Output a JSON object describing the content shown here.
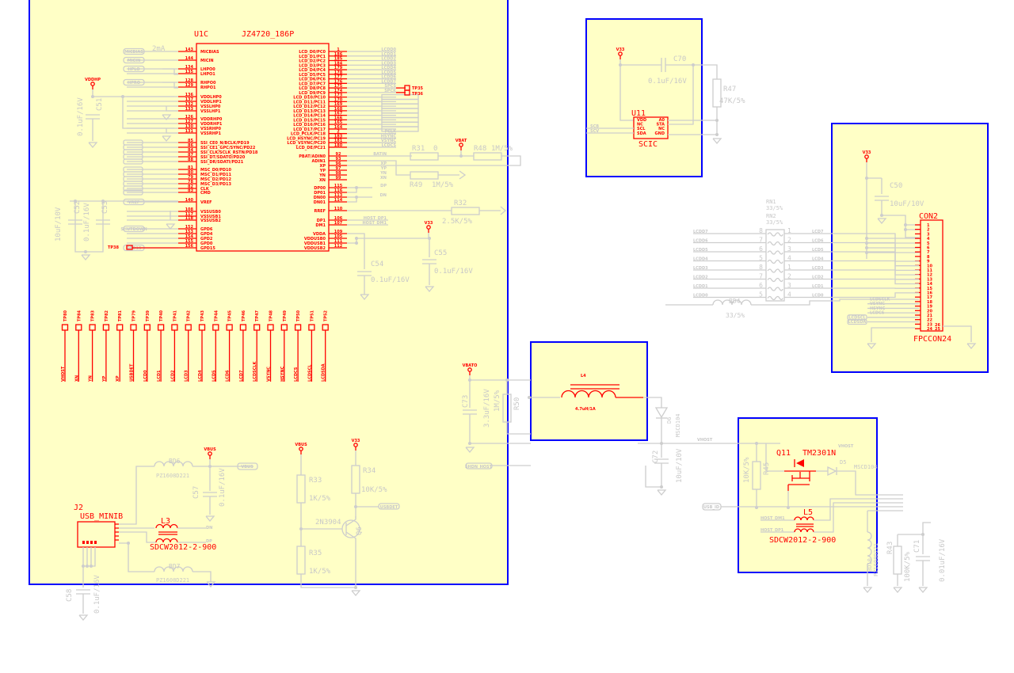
{
  "u1c": {
    "ref": "U1C",
    "value": "JZ4720_186P",
    "note": "2mA",
    "left_pins": [
      {
        "name": "MICBIAS",
        "num": "143",
        "net": "MICBIAS"
      },
      {
        "name": "MICIN",
        "num": "144",
        "net": "MICIN"
      },
      {
        "name": "LHPO0",
        "num": "134",
        "net": "HPLO"
      },
      {
        "name": "LHPO1",
        "num": "135",
        "net": ""
      },
      {
        "name": "RHPO0",
        "num": "128",
        "net": "HPRO"
      },
      {
        "name": "RHPO1",
        "num": "129",
        "net": ""
      },
      {
        "name": "VDDLHP0",
        "num": "136",
        "net": ""
      },
      {
        "name": "VDDLHP1",
        "num": "137",
        "net": ""
      },
      {
        "name": "VSSLHP0",
        "num": "132",
        "net": ""
      },
      {
        "name": "VSSLHP1",
        "num": "133",
        "net": ""
      },
      {
        "name": "VDDRHP0",
        "num": "126",
        "net": ""
      },
      {
        "name": "VDDRHP1",
        "num": "127",
        "net": ""
      },
      {
        "name": "VSSRHP0",
        "num": "130",
        "net": ""
      },
      {
        "name": "VSSRHP1",
        "num": "131",
        "net": ""
      },
      {
        "name": "SSI_CE0_N/BCLK/PD19",
        "num": "85",
        "net": ""
      },
      {
        "name": "SSI_CE1_GPC/SYNC/PD22",
        "num": "86",
        "net": ""
      },
      {
        "name": "SSI_CLK/SCLK_RSTN/PD18",
        "num": "84",
        "net": ""
      },
      {
        "name": "SSI_DT/SDATO/PD20",
        "num": "87",
        "net": ""
      },
      {
        "name": "SSI_DR/SDATI/PD21",
        "num": "88",
        "net": ""
      },
      {
        "name": "MSC_D0/PD10",
        "num": "81",
        "net": ""
      },
      {
        "name": "MSC_D1/PD11",
        "num": "80",
        "net": ""
      },
      {
        "name": "MSC_D2/PD12",
        "num": "79",
        "net": ""
      },
      {
        "name": "MSC_D3/PD13",
        "num": "78",
        "net": ""
      },
      {
        "name": "CLK",
        "num": "82",
        "net": ""
      },
      {
        "name": "CMD",
        "num": "83",
        "net": ""
      },
      {
        "name": "VREF",
        "num": "140",
        "net": "VREF"
      },
      {
        "name": "VSSUSB0",
        "num": "108",
        "net": ""
      },
      {
        "name": "VSSUSB1",
        "num": "117",
        "net": ""
      },
      {
        "name": "VSSUSB2",
        "num": "118",
        "net": ""
      },
      {
        "name": "GPD6",
        "num": "152",
        "net": "SHUTDOWN"
      },
      {
        "name": "GPD4",
        "num": "153",
        "net": ""
      },
      {
        "name": "GPD2",
        "num": "154",
        "net": ""
      },
      {
        "name": "GPD0",
        "num": "155",
        "net": ""
      },
      {
        "name": "GPD15",
        "num": "156",
        "net": "GPD15"
      }
    ],
    "right_pins": [
      {
        "name": "LCD_D0/PC0",
        "num": "1",
        "net": "LCDD0"
      },
      {
        "name": "LCD_D1/PC1",
        "num": "186",
        "net": "LCDD1"
      },
      {
        "name": "LCD_D2/PC2",
        "num": "185",
        "net": "LCDD2"
      },
      {
        "name": "LCD_D3/PC3",
        "num": "184",
        "net": "LCDD3"
      },
      {
        "name": "LCD_D4/PC4",
        "num": "179",
        "net": "LCDD4"
      },
      {
        "name": "LCD_D5/PC5",
        "num": "178",
        "net": "LCDD5"
      },
      {
        "name": "LCD_D6/PC6",
        "num": "177",
        "net": "LCDD6"
      },
      {
        "name": "LCD_D7/PC7",
        "num": "176",
        "net": "LCDD7"
      },
      {
        "name": "LCD_D8/PC8",
        "num": "175",
        "net": "SPCS"
      },
      {
        "name": "LCD_D9/PC9",
        "num": "174",
        "net": "SPCK"
      },
      {
        "name": "LCD_D10/PC10",
        "num": "173",
        "net": ""
      },
      {
        "name": "LCD_D11/PC11",
        "num": "170",
        "net": ""
      },
      {
        "name": "LCD_D12/PC12",
        "num": "169",
        "net": ""
      },
      {
        "name": "LCD_D13/PC13",
        "num": "168",
        "net": ""
      },
      {
        "name": "LCD_D14/PC14",
        "num": "167",
        "net": ""
      },
      {
        "name": "LCD_D15/PC15",
        "num": "166",
        "net": ""
      },
      {
        "name": "LCD_D16/PC16",
        "num": "165",
        "net": ""
      },
      {
        "name": "LCD_D17/PC17",
        "num": "164",
        "net": ""
      },
      {
        "name": "LCD_PCLK/PC18",
        "num": "2",
        "net": "PCLK"
      },
      {
        "name": "LCD_HSYNC/PC19",
        "num": "183",
        "net": "HSYNC"
      },
      {
        "name": "LCD_VSYNC/PC20",
        "num": "181",
        "net": "VSYNC"
      },
      {
        "name": "LCD_DE/PC21",
        "num": "180",
        "net": "LCDCS"
      },
      {
        "name": "PBAT/ADIN0",
        "num": "92",
        "net": "BATIN"
      },
      {
        "name": "ADIN1",
        "num": "93",
        "net": ""
      },
      {
        "name": "XP",
        "num": "96",
        "net": "XP"
      },
      {
        "name": "YP",
        "num": "97",
        "net": "YP"
      },
      {
        "name": "YN",
        "num": "98",
        "net": "YN"
      },
      {
        "name": "XN",
        "num": "99",
        "net": "XN"
      },
      {
        "name": "DP00",
        "num": "115",
        "net": "DP"
      },
      {
        "name": "DP01",
        "num": "116",
        "net": ""
      },
      {
        "name": "DN00",
        "num": "113",
        "net": "DN"
      },
      {
        "name": "DN01",
        "num": "114",
        "net": ""
      },
      {
        "name": "RREF",
        "num": "110",
        "net": ""
      },
      {
        "name": "DP1",
        "num": "106",
        "net": "HOST_DP1"
      },
      {
        "name": "DM1",
        "num": "107",
        "net": "HOST_DM1"
      },
      {
        "name": "VDDA",
        "num": "109",
        "net": ""
      },
      {
        "name": "VDDUSB0",
        "num": "105",
        "net": ""
      },
      {
        "name": "VDDUSB1",
        "num": "111",
        "net": ""
      },
      {
        "name": "VDDUSB2",
        "num": "112",
        "net": ""
      }
    ]
  },
  "test_points": [
    {
      "ref": "TP80",
      "net": "VHOST"
    },
    {
      "ref": "TP84",
      "net": "XN"
    },
    {
      "ref": "TP83",
      "net": "YN"
    },
    {
      "ref": "TP82",
      "net": "YP"
    },
    {
      "ref": "TP81",
      "net": "XP"
    },
    {
      "ref": "TP79",
      "net": "USBDET"
    },
    {
      "ref": "TP39",
      "net": "LCD0"
    },
    {
      "ref": "TP40",
      "net": "LCD1"
    },
    {
      "ref": "TP41",
      "net": "LCD2"
    },
    {
      "ref": "TP42",
      "net": "LCD3"
    },
    {
      "ref": "TP43",
      "net": "LCD4"
    },
    {
      "ref": "TP44",
      "net": "LCD5"
    },
    {
      "ref": "TP45",
      "net": "LCD6"
    },
    {
      "ref": "TP46",
      "net": "LCD7"
    },
    {
      "ref": "TP47",
      "net": "LCDSCLK"
    },
    {
      "ref": "TP48",
      "net": "VSYNC"
    },
    {
      "ref": "TP49",
      "net": "HSYNC"
    },
    {
      "ref": "TP50",
      "net": "LCDCS"
    },
    {
      "ref": "TP51",
      "net": "LCDSCL"
    },
    {
      "ref": "TP52",
      "net": "LCDSDA"
    }
  ],
  "tp_misc": {
    "tp35": "TP35",
    "tp36": "TP36",
    "tp38": "TP38"
  },
  "power": {
    "vddhp": "VDDHP",
    "vbat": "VBAT",
    "v33": "V33",
    "vbus": "VBUS",
    "vbato": "VBATO"
  },
  "passives": {
    "c51": "C51",
    "c51_val": "0.1uF/16V",
    "c52": "C52",
    "c52_val": "10uF/10V",
    "c53": "C53",
    "c53_val": "0.1uF/16V",
    "r31": "R31",
    "r31_val": "0",
    "r48": "R48",
    "r48_val": "1M/5%",
    "r49": "R49",
    "r49_val": "1M/5%",
    "r32": "R32",
    "r32_val": "2.5K/5%",
    "c54": "C54",
    "c54_val": "0.1uF/16V",
    "c55": "C55",
    "c55_val": "0.1uF/16V"
  },
  "scic": {
    "ref": "U11",
    "value": "SCIC",
    "left_pins": [
      "VDD",
      "NC",
      "SCL",
      "SDA"
    ],
    "right_pins": [
      "A0",
      "STA",
      "NC",
      "GND"
    ],
    "c70": "C70",
    "c70_val": "0.1uF/16V",
    "r47": "R47",
    "r47_val": "47K/5%",
    "nets": [
      "SCB",
      "SCV"
    ]
  },
  "con2": {
    "ref": "CON2",
    "value": "FPCCON24",
    "pins": [
      "1",
      "2",
      "3",
      "4",
      "5",
      "6",
      "7",
      "8",
      "9",
      "10",
      "11",
      "12",
      "13",
      "14",
      "15",
      "16",
      "17",
      "18",
      "19",
      "20",
      "21",
      "22",
      "23",
      "24"
    ],
    "extra_pins": [
      "26",
      "25"
    ],
    "c50": "C50",
    "c50_val": "10uF/10V",
    "rn1": "RN1",
    "rn1_val": "33/5%",
    "rn2": "RN2",
    "rn2_val": "33/5%",
    "bd4": "BD4",
    "bd4_val": "33/5%",
    "rn_left_nets": [
      "LCDD7",
      "LCDD6",
      "LCDD5",
      "LCDD4",
      "LCDD3",
      "LCDD2",
      "LCDD1",
      "LCDD0"
    ],
    "rn_left_pins": [
      "8",
      "7",
      "6",
      "5",
      "8",
      "7",
      "6",
      "5"
    ],
    "rn_right_pins": [
      "1",
      "2",
      "3",
      "4",
      "1",
      "2",
      "3",
      "4"
    ],
    "rn_right_nets": [
      "LCD7",
      "LCD6",
      "LCD5",
      "LCD4",
      "LCD3",
      "LCD2",
      "LCD1",
      "LCD0"
    ],
    "extra_nets": [
      "LCDSCLK",
      "VSYNC",
      "HSYNC",
      "LCDCS",
      "LCDSCL",
      "LCDSDA"
    ]
  },
  "boost": {
    "l4": "L4",
    "l4_val": "4.7uH/1A",
    "c73": "C73",
    "c73_val": "3.3uF/16V",
    "r50": "R50",
    "r50_val": "1M/5%",
    "d6": "D6",
    "d6_val": "MSCD104",
    "c72": "C72",
    "c72_val": "10uF/10V",
    "vhost": "VHOST",
    "shdn": "SHDN_HOST"
  },
  "host": {
    "q11": "Q11",
    "q11_val": "TM2301N",
    "r45": "R45",
    "r45_val": "10K/5%",
    "d5": "D5",
    "d5_val": "MSCD104",
    "usb_id": "USB_ID",
    "l5": "L5",
    "l5_val": "SDCW2012-2-900",
    "host_dm1": "HOST_DM1",
    "host_dp1": "HOST_DP1",
    "bd10": "BD10",
    "bd10_val": "PZ1608D221",
    "r43": "R43",
    "r43_val": "100K/5%",
    "c71": "C71",
    "c71_val": "0.01uF/16V",
    "vhost": "VHOST"
  },
  "usb": {
    "j2": "J2",
    "j2_val": "USB_MINIB",
    "l3": "L3",
    "l3_val": "SDCW2012-2-900",
    "dn": "DN",
    "dp": "DP",
    "bd6": "BD6",
    "bd6_val": "PZ1608D221",
    "bd7": "BD7",
    "bd7_val": "PZ1608D221",
    "c57": "C57",
    "c57_val": "0.1uF/16V",
    "c58": "C58",
    "c58_val": "0.1uF/16V",
    "vbus_label": "VBUS",
    "r33": "R33",
    "r33_val": "1K/5%",
    "r35": "R35",
    "r35_val": "1K/5%",
    "r34": "R34",
    "r34_val": "10K/5%",
    "q6": "Q6",
    "q6_val": "2N3904",
    "usbdet": "USBDET"
  }
}
